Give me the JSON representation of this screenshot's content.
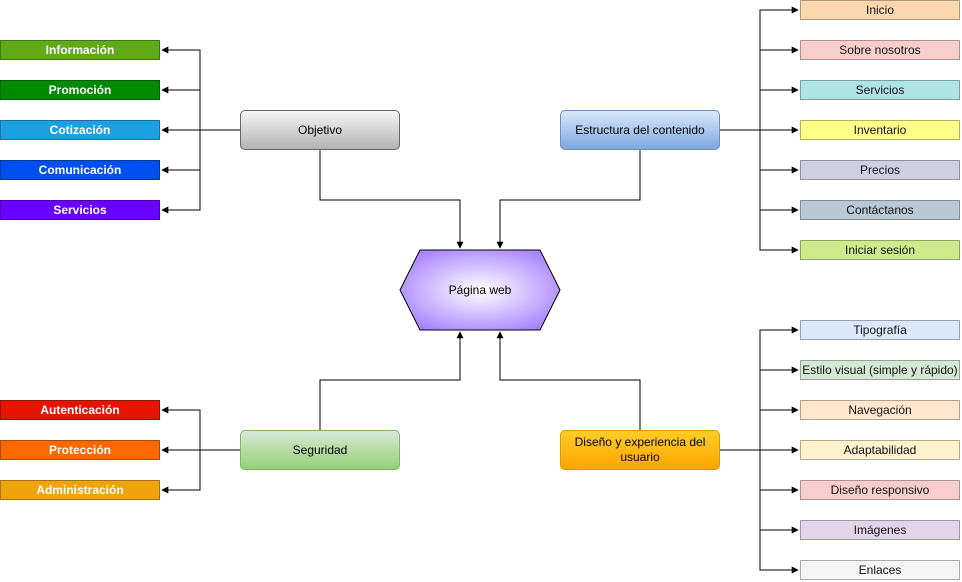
{
  "center": {
    "label": "Página web"
  },
  "categories": {
    "objetivo": {
      "label": "Objetivo"
    },
    "estructura": {
      "label": "Estructura del contenido"
    },
    "seguridad": {
      "label": "Seguridad"
    },
    "diseno": {
      "label": "Diseño y experiencia del usuario"
    }
  },
  "objetivo_items": [
    {
      "label": "Información",
      "color": "#60a917"
    },
    {
      "label": "Promoción",
      "color": "#008a00"
    },
    {
      "label": "Cotización",
      "color": "#1ba1e2"
    },
    {
      "label": "Comunicación",
      "color": "#0050ef"
    },
    {
      "label": "Servicios",
      "color": "#6a00ff"
    }
  ],
  "seguridad_items": [
    {
      "label": "Autenticación",
      "color": "#e51400"
    },
    {
      "label": "Protección",
      "color": "#fa6800"
    },
    {
      "label": "Administración",
      "color": "#f0a30a"
    }
  ],
  "estructura_items": [
    {
      "label": "Inicio",
      "color": "#fad7ac"
    },
    {
      "label": "Sobre nosotros",
      "color": "#f8cecc"
    },
    {
      "label": "Servicios",
      "color": "#b0e3e6"
    },
    {
      "label": "Inventario",
      "color": "#ffff88"
    },
    {
      "label": "Precios",
      "color": "#d0cee2"
    },
    {
      "label": "Contáctanos",
      "color": "#bac8d3"
    },
    {
      "label": "Iniciar sesión",
      "color": "#cdeb8b"
    }
  ],
  "diseno_items": [
    {
      "label": "Tipografía",
      "color": "#dae8fc"
    },
    {
      "label": "Estilo visual (simple y rápido)",
      "color": "#d5e8d4"
    },
    {
      "label": "Navegación",
      "color": "#ffe6cc"
    },
    {
      "label": "Adaptabilidad",
      "color": "#fff2cc"
    },
    {
      "label": "Diseño responsivo",
      "color": "#f8cecc"
    },
    {
      "label": "Imágenes",
      "color": "#e1d5e7"
    },
    {
      "label": "Enlaces",
      "color": "#f5f5f5"
    }
  ]
}
